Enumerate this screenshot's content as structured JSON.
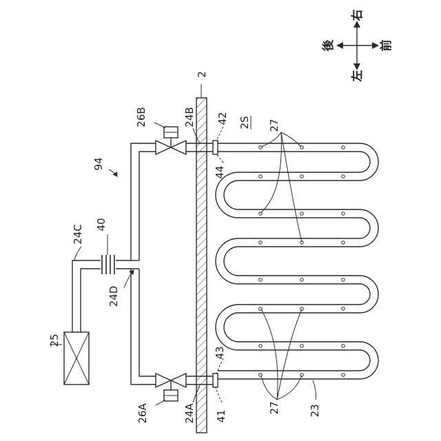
{
  "labels": {
    "wall": "2",
    "space": "2S",
    "system": "94",
    "pipe_inner": "23",
    "heat_plate": "27",
    "valve_b": "26B",
    "valve_a": "26A",
    "pipe_b": "24B",
    "pipe_a": "24A",
    "pipe_c": "24C",
    "pipe_d": "24D",
    "coupling": "40",
    "unit": "25",
    "joint_41": "41",
    "joint_42": "42",
    "joint_43": "43",
    "joint_44": "44"
  },
  "compass": {
    "right": "右",
    "left": "左",
    "front": "前",
    "rear": "後"
  }
}
